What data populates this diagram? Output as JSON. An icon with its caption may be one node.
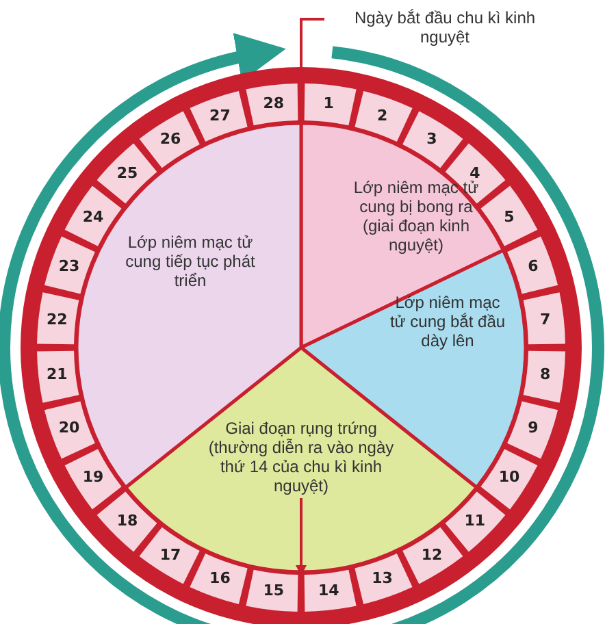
{
  "diagram": {
    "nodes": [
      {
        "text": [
          "Lớp niêm mạc tử cung bị bong ra (giai đoạn kinh nguyệt)"
        ]
      },
      {
        "text": [
          "Lớp niêm mạc tử cung bắt đầu dày lên"
        ]
      },
      {
        "text": [
          "Giai đoạn rụng trứng (thường diễn ra vào ngày thứ 14 của chu kì kinh nguyệt)"
        ]
      },
      {
        "text": [
          "Lớp niêm mạc tử cung tiếp tục phát triển"
        ]
      },
      {
        "text": [
          "Ngày bắt đầu chu kì kinh nguyệt"
        ]
      },
      {
        "text": [
          "1"
        ]
      },
      {
        "text": [
          "2"
        ]
      },
      {
        "text": [
          "3"
        ]
      },
      {
        "text": [
          "4"
        ]
      },
      {
        "text": [
          "5"
        ]
      },
      {
        "text": [
          "6"
        ]
      },
      {
        "text": [
          "7"
        ]
      },
      {
        "text": [
          "8"
        ]
      },
      {
        "text": [
          "9"
        ]
      },
      {
        "text": [
          "10"
        ]
      },
      {
        "text": [
          "11"
        ]
      },
      {
        "text": [
          "12"
        ]
      },
      {
        "text": [
          "13"
        ]
      },
      {
        "text": [
          "14"
        ]
      },
      {
        "text": [
          "15"
        ]
      },
      {
        "text": [
          "16"
        ]
      },
      {
        "text": [
          "17"
        ]
      },
      {
        "text": [
          "18"
        ]
      },
      {
        "text": [
          "19"
        ]
      },
      {
        "text": [
          "20"
        ]
      },
      {
        "text": [
          "21"
        ]
      },
      {
        "text": [
          "22"
        ]
      },
      {
        "text": [
          "23"
        ]
      },
      {
        "text": [
          "24"
        ]
      },
      {
        "text": [
          "25"
        ]
      },
      {
        "text": [
          "26"
        ]
      },
      {
        "text": [
          "27"
        ]
      },
      {
        "text": [
          "28"
        ]
      }
    ],
    "edges": [
      {
        "from": 4,
        "to": 5,
        "arrow": "none"
      },
      {
        "from": 2,
        "to": 18,
        "arrow": "to"
      }
    ]
  }
}
